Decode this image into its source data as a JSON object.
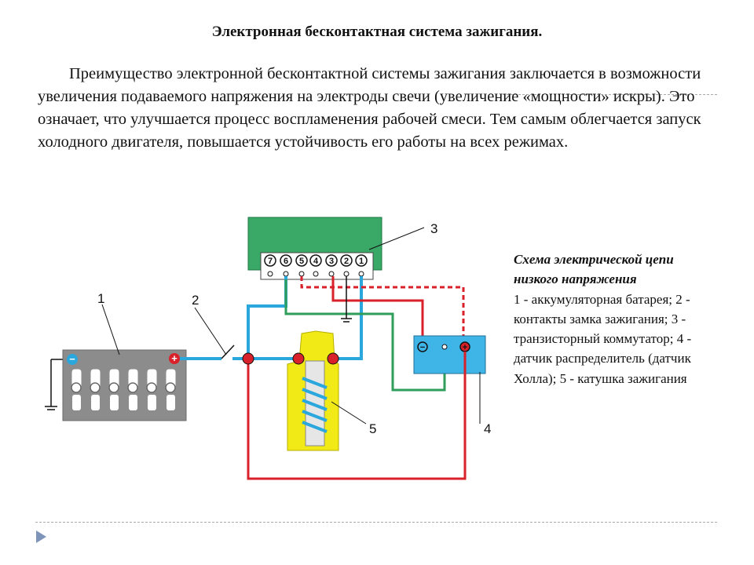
{
  "title": "Электронная бесконтактная система зажигания.",
  "paragraph": "Преимущество электронной бесконтактной системы зажигания заключается в возможности увеличения подаваемого напряжения на электроды свечи (увеличение «мощности» искры). Это означает, что улучшается процесс воспламенения рабочей смеси. Тем самым облегчается запуск холодного двигателя, повышается устойчивость его работы на всех режимах.",
  "caption": {
    "title": "Схема электрической цепи низкого напряжения",
    "body": "1 - аккумуляторная батарея; 2 - контакты замка зажигания; 3 - транзисторный коммутатор; 4 - датчик распределитель (датчик Холла); 5 - катушка зажигания"
  },
  "diagram": {
    "labels": [
      "1",
      "2",
      "3",
      "4",
      "5"
    ],
    "terminals": [
      "7",
      "6",
      "5",
      "4",
      "3",
      "2",
      "1"
    ],
    "battery_minus": "−",
    "battery_plus": "+",
    "sensor_minus": "−",
    "sensor_plus": "+",
    "colors": {
      "wire_blue": "#2aa7dd",
      "wire_red": "#d8212a",
      "wire_green": "#2e9e5a",
      "module_green": "#3aa866",
      "battery_gray": "#8c8c8c",
      "coil_yellow": "#f2ea16",
      "sensor_blue": "#3fb4e6"
    }
  }
}
